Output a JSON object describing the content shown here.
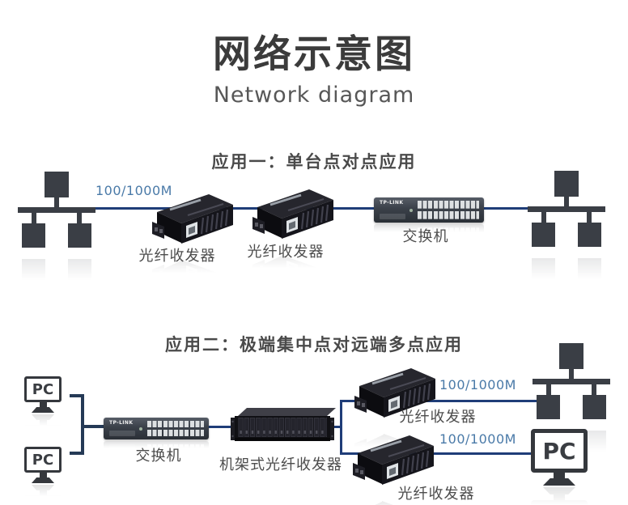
{
  "header": {
    "title": "网络示意图",
    "subtitle": "Network diagram"
  },
  "section1": {
    "heading": "应用一：单台点对点应用",
    "link_speed": "100/1000M",
    "transceiver1_label": "光纤收发器",
    "transceiver2_label": "光纤收发器",
    "switch_label": "交换机",
    "switch_brand": "TP-LINK"
  },
  "section2": {
    "heading": "应用二：极端集中点对远端多点应用",
    "pc_top_label": "PC",
    "pc_bottom_label": "PC",
    "switch_label": "交换机",
    "switch_brand": "TP-LINK",
    "chassis_label": "机架式光纤收发器",
    "transceiver_top_label": "光纤收发器",
    "transceiver_bottom_label": "光纤收发器",
    "link_speed_top": "100/1000M",
    "link_speed_bottom": "100/1000M",
    "pc_right_label": "PC"
  },
  "colors": {
    "main_link_line": "#1f3d78",
    "pc_link_line": "#253a56",
    "speed_text": "#4a7aa8",
    "heading_text": "#4a4a4a",
    "icon_dark": "#3a3e45"
  }
}
